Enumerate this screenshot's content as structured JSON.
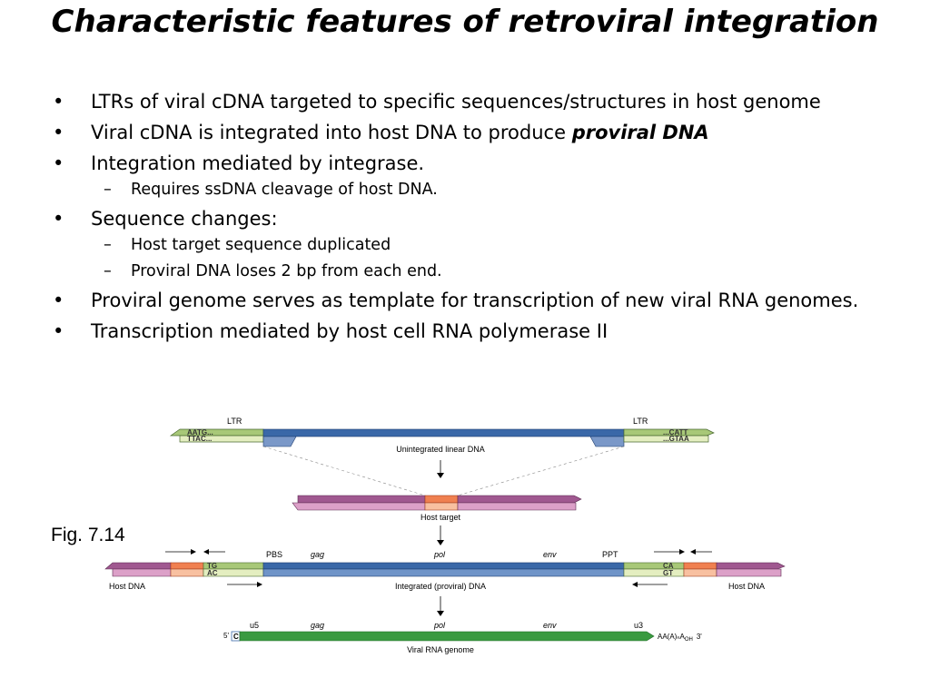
{
  "title": "Characteristic features of retroviral integration",
  "bullets": {
    "b1": "LTRs of viral cDNA targeted to specific sequences/structures in host genome",
    "b2_pre": "Viral cDNA is integrated into host DNA to produce ",
    "b2_emph": "proviral DNA",
    "b3": "Integration mediated by integrase.",
    "b3_sub1": "Requires ssDNA cleavage of host DNA.",
    "b4": "Sequence changes:",
    "b4_sub1": "Host target sequence duplicated",
    "b4_sub2": "Proviral DNA loses 2 bp from each end.",
    "b5": "Proviral genome serves as template for transcription of new viral RNA genomes.",
    "b6": "Transcription mediated by host cell RNA polymerase II"
  },
  "figure_label": "Fig. 7.14",
  "diagram": {
    "ltr_left": "LTR",
    "ltr_right": "LTR",
    "seq_left_top": "AATG...",
    "seq_left_bottom": "TTAC...",
    "seq_right_top": "...CATT",
    "seq_right_bottom": "...GTAA",
    "unintegrated_label": "Unintegrated linear DNA",
    "host_target_label": "Host target",
    "pbs": "PBS",
    "gag": "gag",
    "pol": "pol",
    "env": "env",
    "ppt": "PPT",
    "tg": "TG",
    "ac": "AC",
    "ca": "CA",
    "gt": "GT",
    "host_dna_left": "Host DNA",
    "host_dna_right": "Host DNA",
    "integrated_label": "Integrated (proviral) DNA",
    "u5": "u5",
    "u3": "u3",
    "five_prime": "5'",
    "cap": "C",
    "polya": "AA(A)ₙA",
    "oh": "OH",
    "three_prime": "3'",
    "rna_label": "Viral RNA genome",
    "colors": {
      "ltr_green": "#a8c878",
      "ltr_light": "#e4eec0",
      "viral_blue": "#3a68a8",
      "host_purple": "#a05890",
      "host_pink": "#dca0c8",
      "target_orange": "#f08050",
      "rna_green": "#3a9a40"
    }
  }
}
